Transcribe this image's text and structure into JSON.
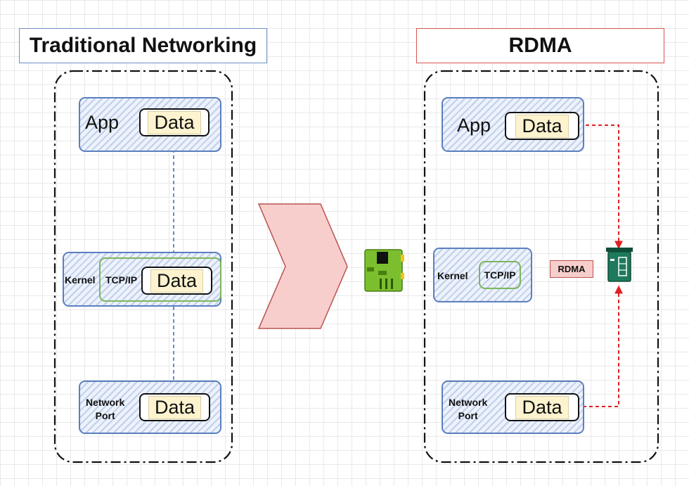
{
  "left": {
    "title": "Traditional Networking",
    "app_label": "App",
    "kernel_label": "Kernel",
    "tcpip_label": "TCP/IP",
    "network_port_label": [
      "Network",
      "Port"
    ],
    "data_label": "Data"
  },
  "right": {
    "title": "RDMA",
    "app_label": "App",
    "kernel_label": "Kernel",
    "tcpip_label": "TCP/IP",
    "rdma_label": "RDMA",
    "network_port_label": [
      "Network",
      "Port"
    ],
    "data_label": "Data"
  },
  "colors": {
    "layer_border": "#5b7fbf",
    "tcpip_border": "#7cb65c",
    "traditional_arrow": "#6c8ebf",
    "rdma_arrow": "#e02020",
    "transition_chevron": "#f8cecc"
  },
  "icons": [
    "network-card-icon",
    "rdma-nic-icon"
  ]
}
